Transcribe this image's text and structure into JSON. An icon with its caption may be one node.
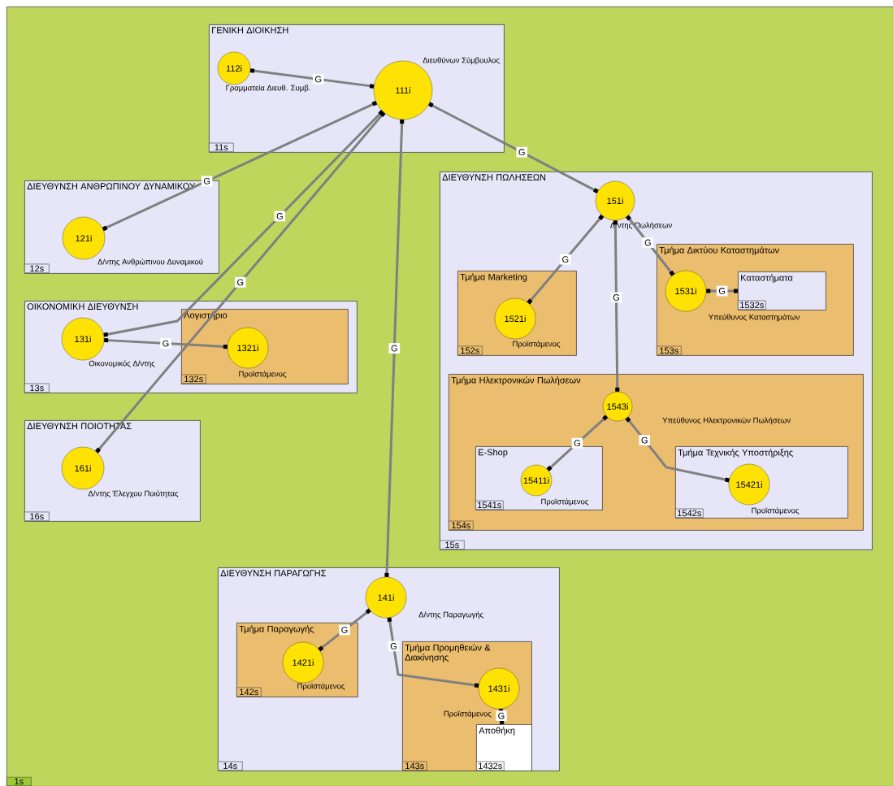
{
  "diagram": {
    "nodes": [
      {
        "text": [
          "1s"
        ]
      },
      {
        "text": [
          "ΓΕΝΙΚΗ ΔΙΟΙΚΗΣΗ",
          "11s"
        ],
        "in": 0
      },
      {
        "text": [
          "112i"
        ],
        "beside": [
          "Γραμματεία Διευθ. Συμβ."
        ],
        "in": 1
      },
      {
        "text": [
          "111i"
        ],
        "beside": [
          "Διευθύνων Σύμβουλος"
        ],
        "in": 1
      },
      {
        "text": [
          "ΔΙΕΥΘΥΝΣΗ ΑΝΘΡΩΠΙΝΟΥ ΔΥΝΑΜΙΚΟΥ",
          "12s"
        ],
        "in": 0
      },
      {
        "text": [
          "121i"
        ],
        "beside": [
          "Δ/ντης Ανθρώπινου Δυναμικού"
        ],
        "in": 4
      },
      {
        "text": [
          "ΟΙΚΟΝΟΜΙΚΗ ΔΙΕΥΘΥΝΣΗ",
          "13s"
        ],
        "in": 0
      },
      {
        "text": [
          "131i"
        ],
        "beside": [
          "Οικονομικός Δ/ντης"
        ],
        "in": 6
      },
      {
        "text": [
          "Λογιστήριο",
          "132s"
        ],
        "in": 6
      },
      {
        "text": [
          "1321i"
        ],
        "beside": [
          "Προϊστάμενος"
        ],
        "in": 8
      },
      {
        "text": [
          "ΔΙΕΥΘΥΝΣΗ ΠΟΙΟΤΗΤΑΣ",
          "16s"
        ],
        "in": 0
      },
      {
        "text": [
          "161i"
        ],
        "beside": [
          "Δ/ντης Έλεγχου Ποιότητας"
        ],
        "in": 10
      },
      {
        "text": [
          "ΔΙΕΥΘΥΝΣΗ ΠΩΛΗΣΕΩΝ",
          "15s"
        ],
        "in": 0
      },
      {
        "text": [
          "151i"
        ],
        "beside": [
          "Δ/ντης Πωλήσεων"
        ],
        "in": 12
      },
      {
        "text": [
          "Τμήμα Marketing",
          "152s"
        ],
        "in": 12
      },
      {
        "text": [
          "1521i"
        ],
        "beside": [
          "Προϊστάμενος"
        ],
        "in": 14
      },
      {
        "text": [
          "Τμήμα Δικτύου Καταστημάτων",
          "153s"
        ],
        "in": 12
      },
      {
        "text": [
          "1531i"
        ],
        "beside": [
          "Υπεύθυνος Καταστημάτων"
        ],
        "in": 16
      },
      {
        "text": [
          "Καταστήματα",
          "1532s"
        ],
        "in": 16
      },
      {
        "text": [
          "Τμήμα Ηλεκτρονικών Πωλήσεων",
          "154s"
        ],
        "in": 12
      },
      {
        "text": [
          "1543i"
        ],
        "beside": [
          "Υπεύθυνος Ηλεκτρονικών Πωλήσεων"
        ],
        "in": 19
      },
      {
        "text": [
          "E-Shop",
          "1541s"
        ],
        "in": 19
      },
      {
        "text": [
          "15411i"
        ],
        "beside": [
          "Προϊστάμενος"
        ],
        "in": 21
      },
      {
        "text": [
          "Τμήμα Τεχνικής Υποστήριξης",
          "1542s"
        ],
        "in": 19
      },
      {
        "text": [
          "15421i"
        ],
        "beside": [
          "Προϊστάμενος"
        ],
        "in": 23
      },
      {
        "text": [
          "ΔΙΕΥΘΥΝΣΗ ΠΑΡΑΓΩΓΗΣ",
          "14s"
        ],
        "in": 0
      },
      {
        "text": [
          "141i"
        ],
        "beside": [
          "Δ/ντης Παραγωγής"
        ],
        "in": 25
      },
      {
        "text": [
          "Τμήμα Παραγωγής",
          "142s"
        ],
        "in": 25
      },
      {
        "text": [
          "1421i"
        ],
        "beside": [
          "Προϊστάμενος"
        ],
        "in": 27
      },
      {
        "text": [
          "Τμήμα Προμηθειών & Διακίνησης",
          "143s"
        ],
        "in": 25
      },
      {
        "text": [
          "1431i"
        ],
        "beside": [
          "Προϊστάμενος"
        ],
        "in": 29
      },
      {
        "text": [
          "Αποθήκη",
          "1432s"
        ],
        "in": 29
      }
    ],
    "edges": [
      {
        "from": 3,
        "to": 2,
        "arrow": "other",
        "label": "G"
      },
      {
        "from": 3,
        "to": 5,
        "arrow": "other",
        "label": "G"
      },
      {
        "from": 3,
        "to": 7,
        "arrow": "other",
        "label": "G"
      },
      {
        "from": 3,
        "to": 11,
        "arrow": "other",
        "label": "G"
      },
      {
        "from": 3,
        "to": 26,
        "arrow": "other",
        "label": "G"
      },
      {
        "from": 3,
        "to": 13,
        "arrow": "other",
        "label": "G"
      },
      {
        "from": 7,
        "to": 9,
        "arrow": "other",
        "label": "G"
      },
      {
        "from": 13,
        "to": 15,
        "arrow": "other",
        "label": "G"
      },
      {
        "from": 13,
        "to": 20,
        "arrow": "other",
        "label": "G"
      },
      {
        "from": 13,
        "to": 17,
        "arrow": "other",
        "label": "G"
      },
      {
        "from": 17,
        "to": 18,
        "arrow": "other",
        "label": "G"
      },
      {
        "from": 20,
        "to": 22,
        "arrow": "other",
        "label": "G"
      },
      {
        "from": 20,
        "to": 24,
        "arrow": "other",
        "label": "G"
      },
      {
        "from": 26,
        "to": 28,
        "arrow": "other",
        "label": "G"
      },
      {
        "from": 26,
        "to": 30,
        "arrow": "other",
        "label": "G"
      },
      {
        "from": 30,
        "to": 31,
        "arrow": "other",
        "label": "G"
      }
    ]
  }
}
